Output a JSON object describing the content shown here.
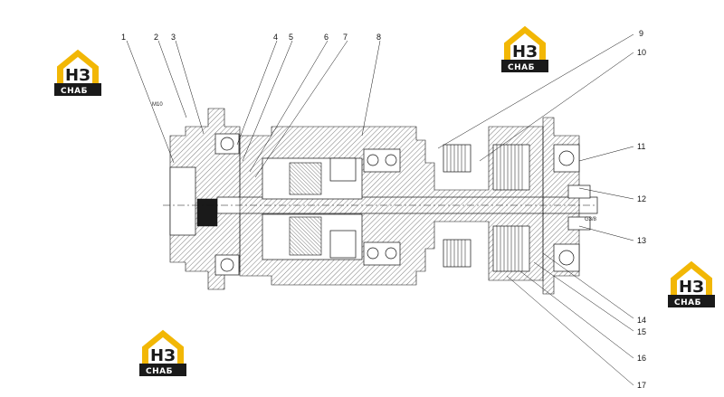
{
  "callouts": [
    "1",
    "2",
    "3",
    "4",
    "5",
    "6",
    "7",
    "8",
    "9",
    "10",
    "11",
    "12",
    "13",
    "14",
    "15",
    "16",
    "17"
  ],
  "notes": {
    "top_left_note": "M10",
    "right_note": "G3/8"
  },
  "logo": {
    "top_text": "НЗ",
    "bottom_text": "СНАБ",
    "colors": {
      "yellow": "#f2b705",
      "dark": "#1a1a1a",
      "white": "#ffffff"
    }
  }
}
